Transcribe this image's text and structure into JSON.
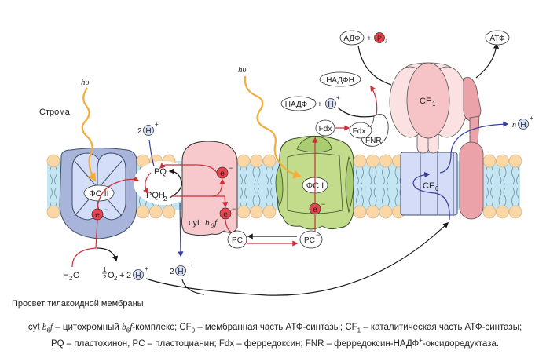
{
  "labels": {
    "stroma": "Строма",
    "lumen": "Просвет тилакоидной мембраны",
    "hv": "hυ",
    "psii": "ФС II",
    "psi": "ФС I",
    "electron": "e",
    "electron_charge": "−",
    "proton": "H",
    "proton_charge": "+",
    "pq": "PQ",
    "pqh2": "PQH",
    "pqh2_sub": "2",
    "cyt": "cyt",
    "b6f": "b",
    "b6f_sub": "6",
    "b6f_f": "f",
    "pc": "PC",
    "pc_minus": "PC",
    "fdx": "Fdx",
    "fdx_minus": "Fdx",
    "fnr": "FNR",
    "nadp": "НАДФ",
    "nadph": "НАДФН",
    "adp": "АДФ",
    "pi": "P",
    "pi_sub": "i",
    "atp": "АТФ",
    "cf1": "CF",
    "cf1_sub": "1",
    "cf0": "CF",
    "cf0_sub": "0",
    "h2o": "H",
    "h2o_sub": "2",
    "h2o_o": "O",
    "half_o2_num": "1",
    "half_o2_den": "2",
    "o2": "O",
    "o2_sub": "2",
    "plus": "+",
    "two": "2",
    "n": "n"
  },
  "caption": {
    "line1_parts": [
      {
        "t": "cyt ",
        "s": "n"
      },
      {
        "t": "b",
        "s": "i"
      },
      {
        "t": "6",
        "s": "sub"
      },
      {
        "t": "f",
        "s": "i"
      },
      {
        "t": " – цитохромный ",
        "s": "n"
      },
      {
        "t": "b",
        "s": "i"
      },
      {
        "t": "6",
        "s": "sub"
      },
      {
        "t": "f",
        "s": "i"
      },
      {
        "t": "-комплекс; CF",
        "s": "n"
      },
      {
        "t": "0",
        "s": "sub"
      },
      {
        "t": " – мембранная часть АТФ-синтазы;  CF",
        "s": "n"
      },
      {
        "t": "1",
        "s": "sub"
      },
      {
        "t": " – каталитическая часть АТФ-синтазы;",
        "s": "n"
      }
    ],
    "line2_parts": [
      {
        "t": "PQ – пластохинон, PC – пластоцианин; Fdx – ферредоксин; FNR – ферредоксин-НАДФ",
        "s": "n"
      },
      {
        "t": "+",
        "s": "sup"
      },
      {
        "t": "-оксидоредуктаза.",
        "s": "n"
      }
    ]
  },
  "colors": {
    "membrane_bg": "#c4e6f2",
    "lipid_head": "#fbd7a6",
    "psii_outer": "#a8b4d9",
    "psii_inner": "#d4def8",
    "b6f": "#f8c9cc",
    "psi": "#c2dc8c",
    "psi_dark": "#a9cc70",
    "cf0": "#d5dcf8",
    "cf1_mid": "#f6c3c7",
    "cf1_side": "#fbe1e2",
    "stalk": "#eca2a9",
    "electron": "#e64550",
    "proton_fill": "#d6e0f6",
    "arrow_red": "#c9303a",
    "arrow_blue": "#3a3f9e",
    "arrow_orange": "#f4ad3a",
    "arrow_black": "#1a1a1a"
  }
}
